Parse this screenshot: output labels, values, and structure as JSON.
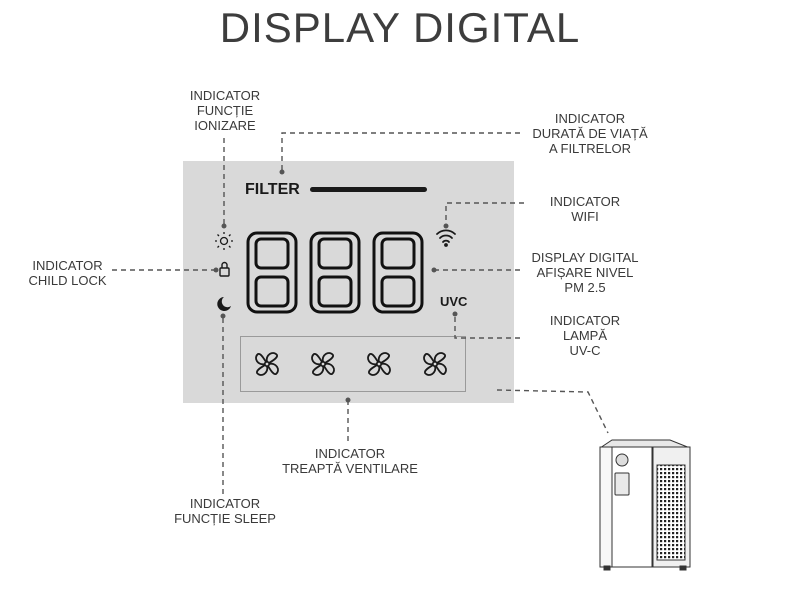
{
  "title": "DISPLAY DIGITAL",
  "panel": {
    "filter_label": "FILTER",
    "uvc_label": "UVC",
    "digits": [
      "8",
      "8",
      "8"
    ],
    "fan_icons": [
      "fan-icon",
      "fan-icon",
      "fan-icon",
      "fan-icon"
    ]
  },
  "labels": {
    "ionization": [
      "INDICATOR",
      "FUNCȚIE",
      "IONIZARE"
    ],
    "filter_life": [
      "INDICATOR",
      "DURATĂ DE VIAȚĂ",
      "A FILTRELOR"
    ],
    "wifi": [
      "INDICATOR",
      "WIFI"
    ],
    "child_lock": [
      "INDICATOR",
      "CHILD LOCK"
    ],
    "pm25": [
      "DISPLAY DIGITAL",
      "AFIȘARE NIVEL",
      "PM 2.5"
    ],
    "uvc_lamp": [
      "INDICATOR",
      "LAMPĂ",
      "UV-C"
    ],
    "fan_speed": [
      "INDICATOR",
      "TREAPTĂ VENTILARE"
    ],
    "sleep": [
      "INDICATOR",
      "FUNCȚIE SLEEP"
    ]
  },
  "colors": {
    "panel": "#d9d9d9",
    "ink": "#1a1a1a",
    "leader": "#555555"
  }
}
